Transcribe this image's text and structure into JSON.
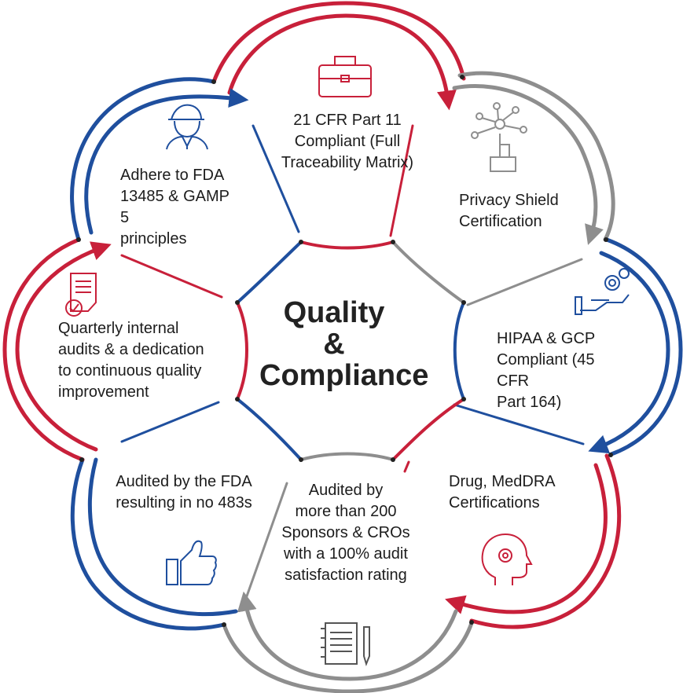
{
  "title": "Quality\n&\nCompliance",
  "colors": {
    "red": "#c8203a",
    "blue": "#1f4f9e",
    "gray": "#8e8e8e"
  },
  "petals": [
    {
      "text": "21 CFR Part 11\nCompliant (Full\nTraceability Matrix)",
      "icon": "briefcase-icon",
      "color": "red"
    },
    {
      "text": "Privacy Shield\nCertification",
      "icon": "network-touch-icon",
      "color": "gray"
    },
    {
      "text": "HIPAA & GCP\nCompliant (45 CFR\nPart 164)",
      "icon": "hand-gear-icon",
      "color": "blue"
    },
    {
      "text": "Drug, MedDRA\nCertifications",
      "icon": "head-gear-icon",
      "color": "red"
    },
    {
      "text": "Audited by\nmore than 200\nSponsors & CROs\nwith a 100% audit\nsatisfaction rating",
      "icon": "notebook-pen-icon",
      "color": "gray"
    },
    {
      "text": "Audited by the FDA\nresulting in no 483s",
      "icon": "thumbs-up-icon",
      "color": "blue"
    },
    {
      "text": "Quarterly internal\naudits & a dedication\nto continuous quality\nimprovement",
      "icon": "checklist-icon",
      "color": "red"
    },
    {
      "text": "Adhere to FDA\n13485 & GAMP 5\nprinciples",
      "icon": "inspector-icon",
      "color": "blue"
    }
  ]
}
